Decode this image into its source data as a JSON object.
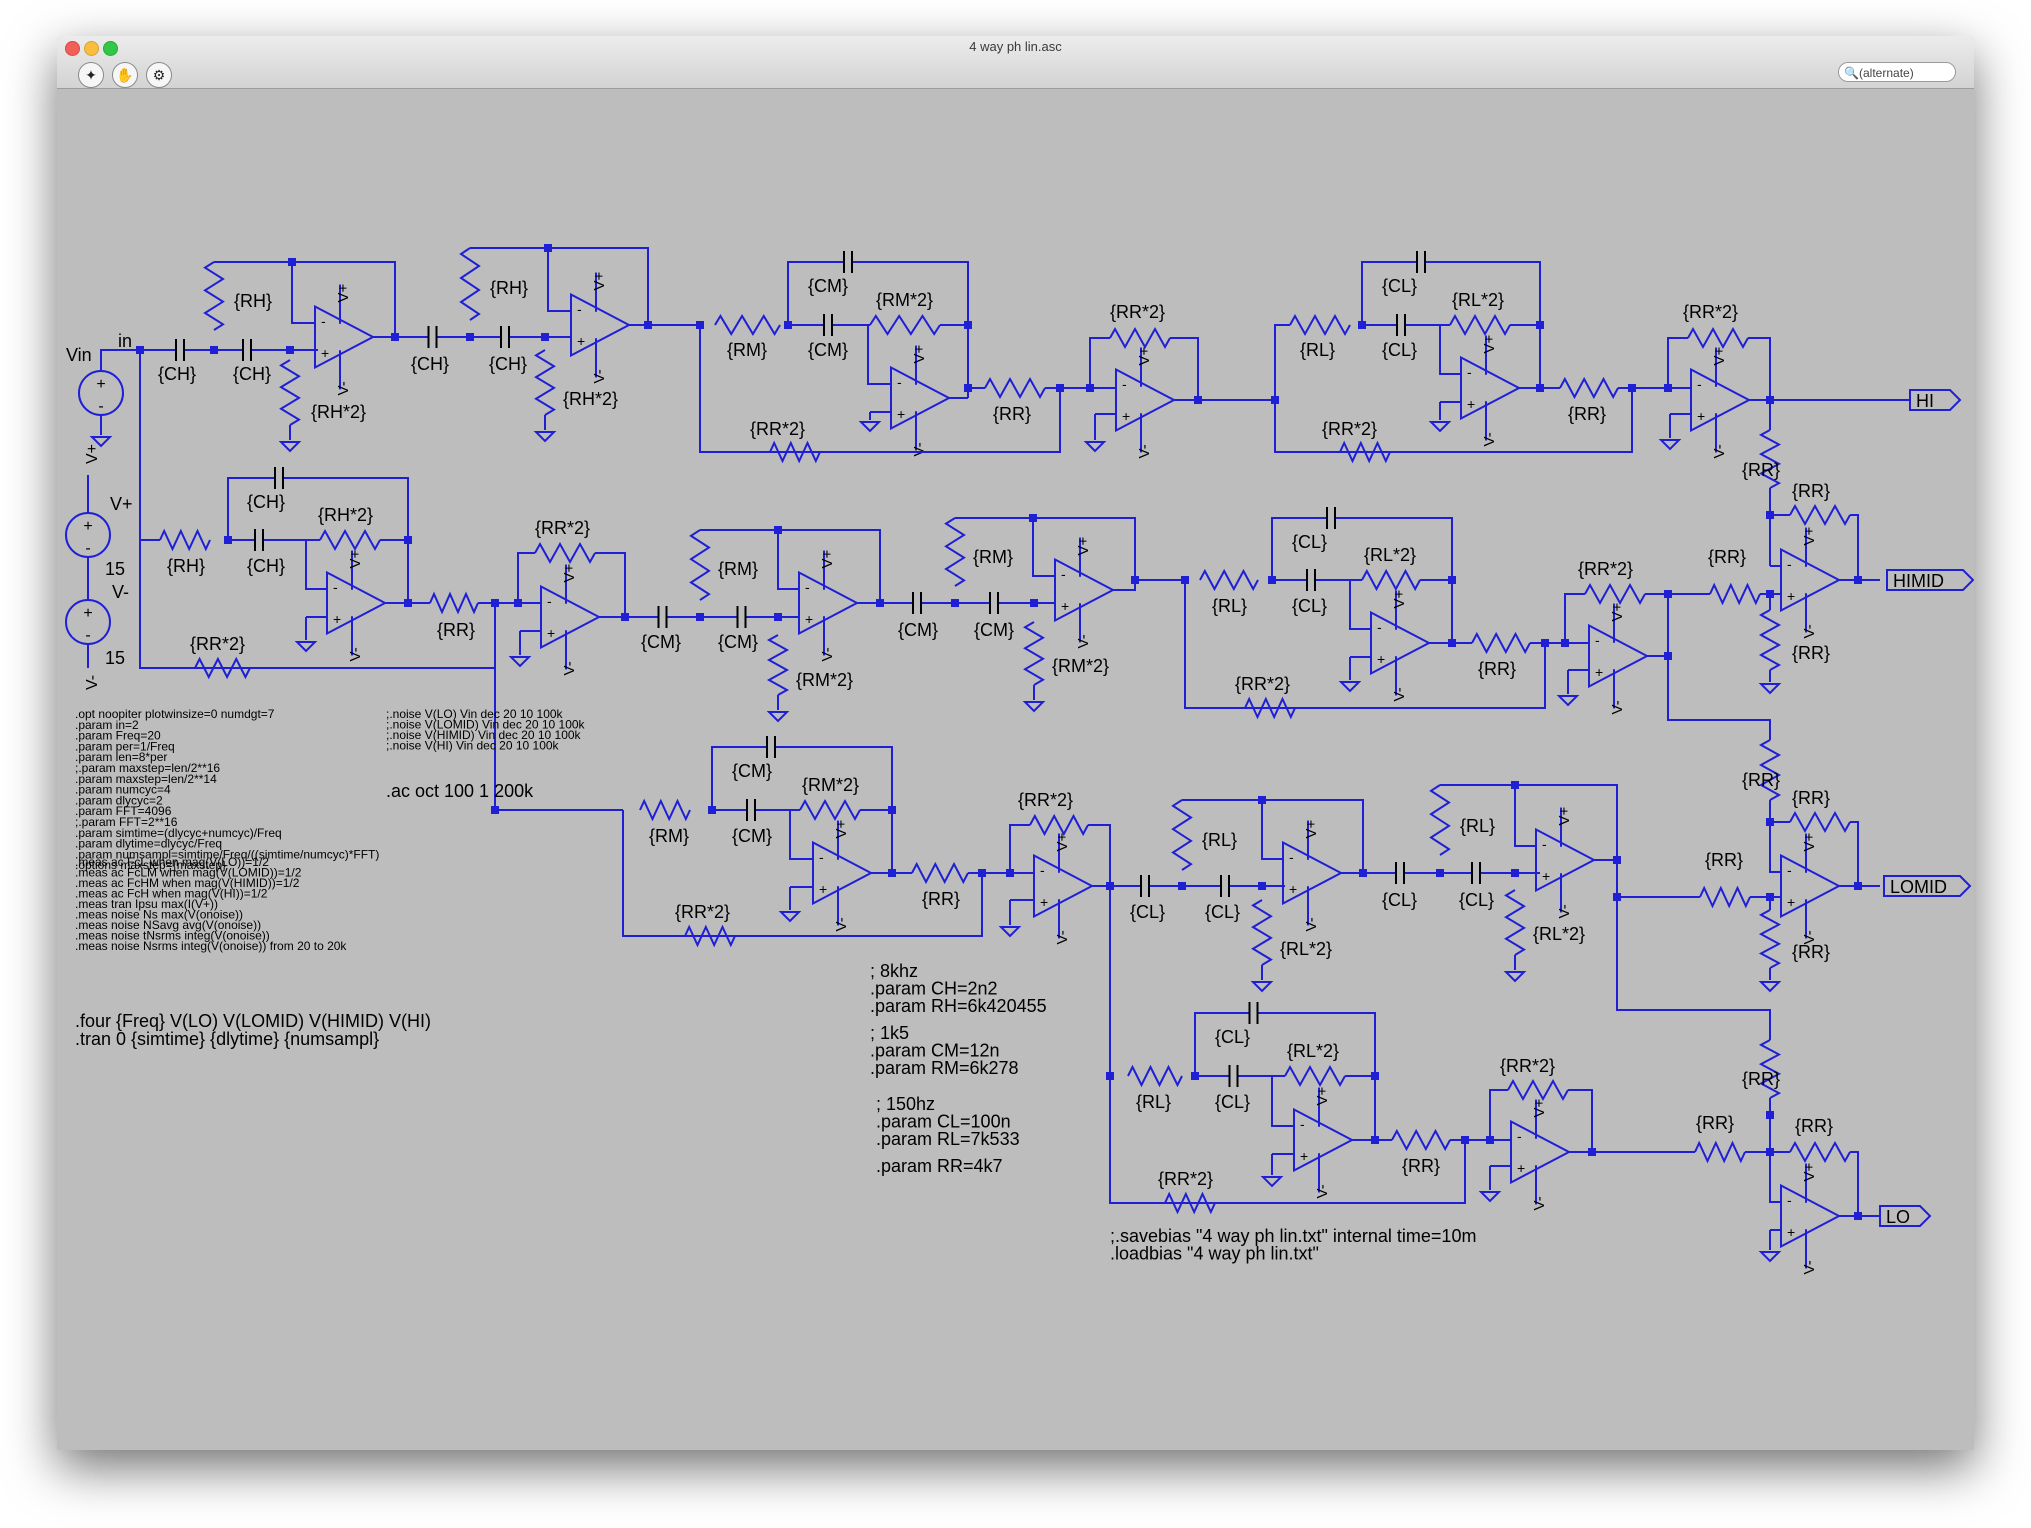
{
  "window": {
    "title": "4 way ph lin.asc",
    "search_placeholder": "(alternate)"
  },
  "toolbar": {
    "icons": [
      "run-icon",
      "halt-icon",
      "probe-icon"
    ]
  },
  "colors": {
    "wire": "#1f1fd6",
    "background": "#bdbdbd",
    "text": "#000000"
  },
  "schematic": {
    "nets": {
      "vin": "Vin",
      "in": "in",
      "vplus": "V+",
      "vminus": "V-",
      "hi": "HI",
      "himid": "HIMID",
      "lomid": "LOMID",
      "lo": "LO"
    },
    "supply_values": {
      "vplus": "15",
      "vminus": "15"
    },
    "labels": {
      "ch": "{CH}",
      "rh": "{RH}",
      "rh2": "{RH*2}",
      "cm": "{CM}",
      "rm": "{RM}",
      "rm2": "{RM*2}",
      "cl": "{CL}",
      "rl": "{RL}",
      "rl2": "{RL*2}",
      "rr": "{RR}",
      "rr2": "{RR*2}"
    },
    "opamp_pins": {
      "plus": "+",
      "minus": "-",
      "vp": "V+",
      "vm": "V-"
    }
  },
  "directives": {
    "sim_params": [
      ".opt noopiter plotwinsize=0 numdgt=7",
      ".param in=2",
      ".param Freq=20",
      ".param per=1/Freq",
      ".param len=8*per",
      ";.param maxstep=len/2**16",
      ".param maxstep=len/2**14",
      ".param numcyc=4",
      ".param dlycyc=2",
      ".param FFT=4096",
      ";.param FFT=2**16",
      ".param simtime=(dlycyc+numcyc)/Freq",
      ".param dlytime=dlycyc/Freq",
      ".param numsampl=simtime/Freq/((simtime/numcyc)*FFT)",
      ".options maxstep={maxstep}"
    ],
    "meas": [
      ".meas ac FcL when mag(V(LO))=1/2",
      ".meas ac FcLM when mag(V(LOMID))=1/2",
      ".meas ac FcHM when mag(V(HIMID))=1/2",
      ".meas ac FcH when mag(V(HI))=1/2",
      ".meas tran Ipsu max(I(V+))",
      ".meas noise Ns max(V(onoise))",
      ".meas noise NSavg avg(V(onoise))",
      ".meas noise tNsrms integ(V(onoise))",
      ".meas noise Nsrms integ(V(onoise)) from 20 to 20k"
    ],
    "four_tran": [
      ".four {Freq} V(LO) V(LOMID) V(HIMID) V(HI)",
      ".tran 0 {simtime} {dlytime} {numsampl}"
    ],
    "noise": [
      ";.noise V(LO) Vin dec 20 10 100k",
      ";.noise V(LOMID) Vin dec 20 10 100k",
      ";.noise V(HIMID) Vin dec 20 10 100k",
      ";.noise V(HI) Vin dec 20 10 100k"
    ],
    "ac": ".ac oct 100 1 200k",
    "param_8k": [
      "; 8khz",
      ".param CH=2n2",
      ".param RH=6k420455"
    ],
    "param_1k5": [
      "; 1k5",
      ".param CM=12n",
      ".param RM=6k278"
    ],
    "param_150": [
      "; 150hz",
      ".param CL=100n",
      ".param RL=7k533"
    ],
    "param_rr": ".param RR=4k7",
    "bias": [
      ";.savebias \"4 way ph lin.txt\" internal time=10m",
      ".loadbias \"4 way ph lin.txt\""
    ]
  }
}
